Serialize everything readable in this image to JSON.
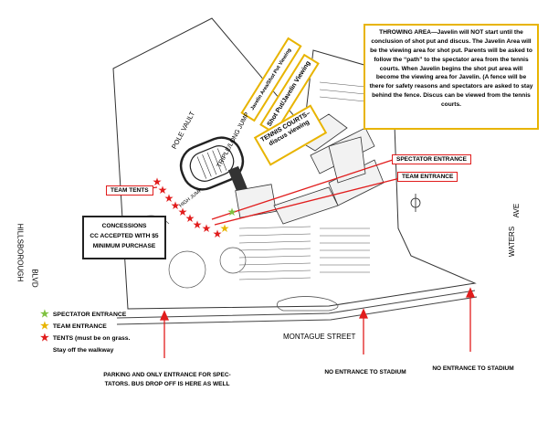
{
  "throwing_area": {
    "text": "THROWING AREA—Javelin will NOT start until the conclusion of shot put and discus. The Javelin Area will be the viewing area for shot put. Parents will be asked to follow the “path” to the spectator area from the tennis courts. When Javelin begins the shot put area will become the viewing area for Javelin. (A fence will be there for safety reasons and spectators are asked to stay behind the fence. Discus can be viewed from the tennis courts."
  },
  "areas": {
    "javelin_viewing": "Javelin Area/Shot Put Viewing",
    "shotput_javelin": "Shot Put/Javelin Viewing",
    "tennis_courts": "TENNIS COURTS–discus viewing",
    "pole_vault": "POLE VAULT",
    "triple_long_jump": "TRIPLE/LONG JUMP",
    "high_jump": "HIGH JUMP"
  },
  "entrances": {
    "spectator": "SPECTATOR ENTRANCE",
    "team": "TEAM ENTRANCE"
  },
  "team_tents": "TEAM TENTS",
  "concessions": {
    "line1": "CONCESSIONS",
    "line2": "CC ACCEPTED WITH $5",
    "line3": "MINIMUM PURCHASE"
  },
  "streets": {
    "hillsborough": "HILLSBOROUGH",
    "blvd": "BLVD",
    "waters": "WATERS",
    "ave": "AVE",
    "montague": "MONTAGUE STREET"
  },
  "legend": {
    "spectator": "SPECTATOR ENTRANCE",
    "team": "TEAM ENTRANCE",
    "tents_line1": "TENTS (must be on grass.",
    "tents_line2": "Stay off the walkway"
  },
  "notes": {
    "parking_line1": "PARKING AND ONLY ENTRANCE FOR SPEC-",
    "parking_line2": "TATORS. BUS DROP OFF IS HERE AS WELL",
    "no_entrance_1": "NO ENTRANCE TO STADIUM",
    "no_entrance_2": "NO ENTRANCE TO STADIUM"
  },
  "colors": {
    "red": "#e11d1d",
    "yellow": "#e8b400",
    "green": "#7fc241",
    "line": "#333333"
  },
  "icons": {
    "tent": "red-star-icon",
    "spectator": "green-star-icon",
    "team": "yellow-star-icon"
  }
}
